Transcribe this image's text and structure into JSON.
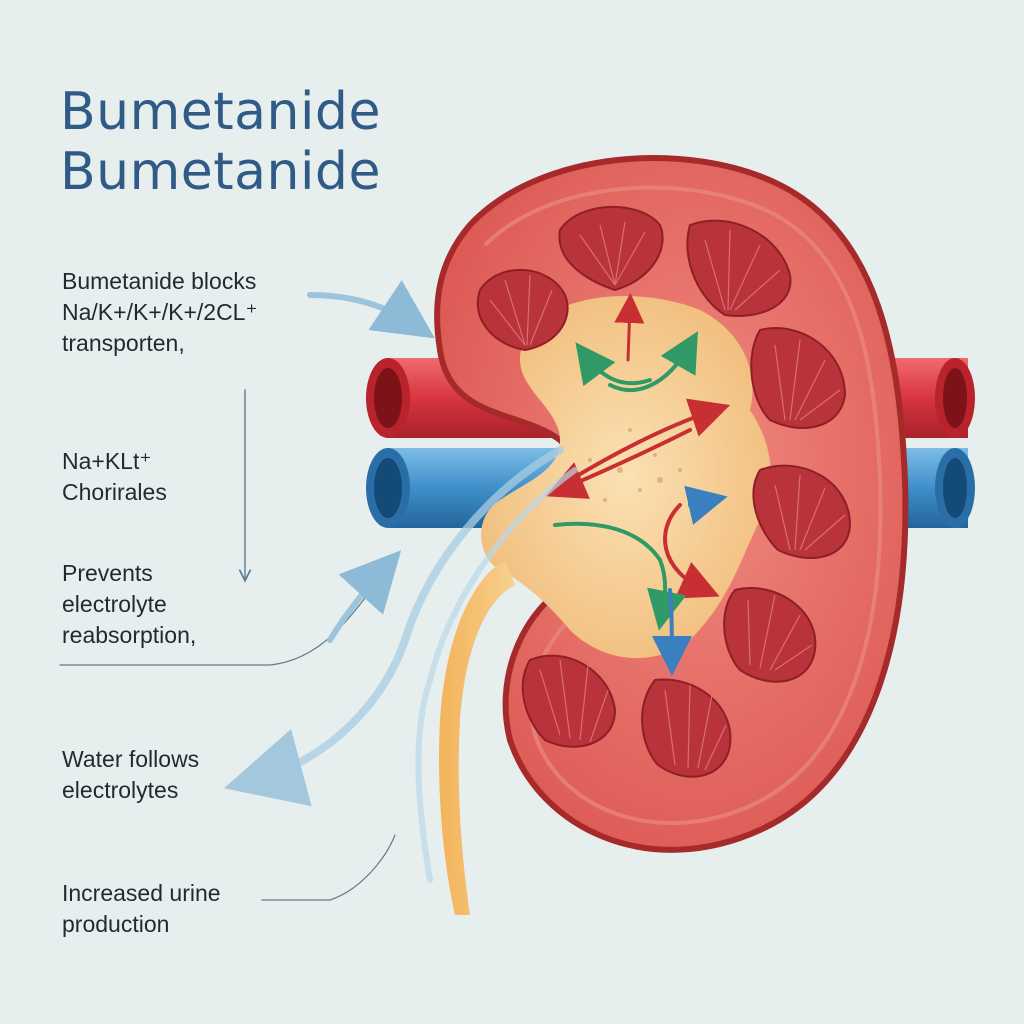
{
  "title": {
    "line1": "Bumetanide",
    "line2": "Bumetanide"
  },
  "labels": [
    {
      "lines": [
        "Bumetanide blocks",
        "Na/K+/K+/K+/2CL⁺",
        "transporten,"
      ]
    },
    {
      "lines": [
        "Na+KLt⁺",
        "Chorirales"
      ]
    },
    {
      "lines": [
        "Prevents",
        "electrolyte",
        "reabsorption,"
      ]
    },
    {
      "lines": [
        "Water follows",
        "electrolytes"
      ]
    },
    {
      "lines": [
        "Increased urine",
        "production"
      ]
    }
  ],
  "colors": {
    "background": "#e6efee",
    "title": "#2f5b86",
    "kidney_cortex": "#e5665f",
    "kidney_outline": "#a62a2a",
    "pyramid": "#b8343a",
    "pelvis": "#f5c98c",
    "artery": "#d8353f",
    "vein": "#3f8fc9",
    "arrow_blue": "#9cc4dc",
    "arrow_red": "#d0383a",
    "arrow_green": "#3c9a6a"
  }
}
